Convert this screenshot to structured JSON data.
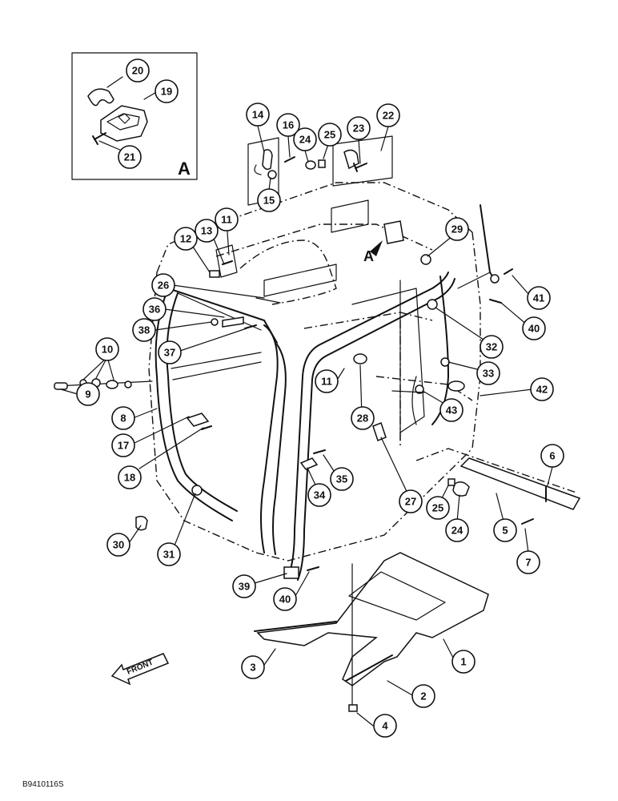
{
  "figure": {
    "detail_view_label": "A",
    "view_arrow_label": "A",
    "front_label": "FRONT",
    "drawing_code": "B9410116S"
  },
  "callouts": [
    {
      "key": "c1",
      "label": "1"
    },
    {
      "key": "c2",
      "label": "2"
    },
    {
      "key": "c3",
      "label": "3"
    },
    {
      "key": "c4",
      "label": "4"
    },
    {
      "key": "c5",
      "label": "5"
    },
    {
      "key": "c6",
      "label": "6"
    },
    {
      "key": "c7",
      "label": "7"
    },
    {
      "key": "c8",
      "label": "8"
    },
    {
      "key": "c9",
      "label": "9"
    },
    {
      "key": "c10",
      "label": "10"
    },
    {
      "key": "c11a",
      "label": "11"
    },
    {
      "key": "c11b",
      "label": "11"
    },
    {
      "key": "c12",
      "label": "12"
    },
    {
      "key": "c13",
      "label": "13"
    },
    {
      "key": "c14",
      "label": "14"
    },
    {
      "key": "c15",
      "label": "15"
    },
    {
      "key": "c16",
      "label": "16"
    },
    {
      "key": "c17",
      "label": "17"
    },
    {
      "key": "c18",
      "label": "18"
    },
    {
      "key": "c19",
      "label": "19"
    },
    {
      "key": "c20",
      "label": "20"
    },
    {
      "key": "c21",
      "label": "21"
    },
    {
      "key": "c22",
      "label": "22"
    },
    {
      "key": "c23",
      "label": "23"
    },
    {
      "key": "c24a",
      "label": "24"
    },
    {
      "key": "c24b",
      "label": "24"
    },
    {
      "key": "c25a",
      "label": "25"
    },
    {
      "key": "c25b",
      "label": "25"
    },
    {
      "key": "c26",
      "label": "26"
    },
    {
      "key": "c27",
      "label": "27"
    },
    {
      "key": "c28",
      "label": "28"
    },
    {
      "key": "c29",
      "label": "29"
    },
    {
      "key": "c30",
      "label": "30"
    },
    {
      "key": "c31",
      "label": "31"
    },
    {
      "key": "c32",
      "label": "32"
    },
    {
      "key": "c33",
      "label": "33"
    },
    {
      "key": "c34",
      "label": "34"
    },
    {
      "key": "c35",
      "label": "35"
    },
    {
      "key": "c36",
      "label": "36"
    },
    {
      "key": "c37",
      "label": "37"
    },
    {
      "key": "c38",
      "label": "38"
    },
    {
      "key": "c39",
      "label": "39"
    },
    {
      "key": "c40a",
      "label": "40"
    },
    {
      "key": "c40b",
      "label": "40"
    },
    {
      "key": "c41",
      "label": "41"
    },
    {
      "key": "c42",
      "label": "42"
    },
    {
      "key": "c43",
      "label": "43"
    }
  ]
}
